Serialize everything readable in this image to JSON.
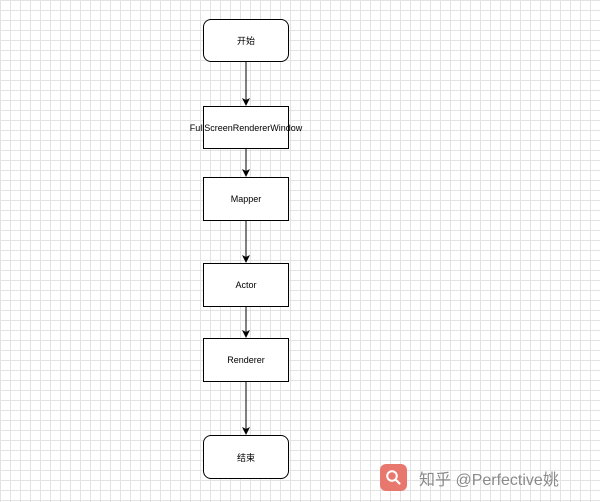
{
  "nodes": {
    "start": "开始",
    "fullscreen_window": "FullScreenRendererWindow",
    "mapper": "Mapper",
    "actor": "Actor",
    "renderer": "Renderer",
    "end": "结束"
  },
  "watermark": {
    "text": "知乎 @Perfective姚",
    "icon": "search-icon"
  },
  "colors": {
    "line": "#000000",
    "grid": "#e3e3e3",
    "watermark_icon": "#e8786e"
  }
}
